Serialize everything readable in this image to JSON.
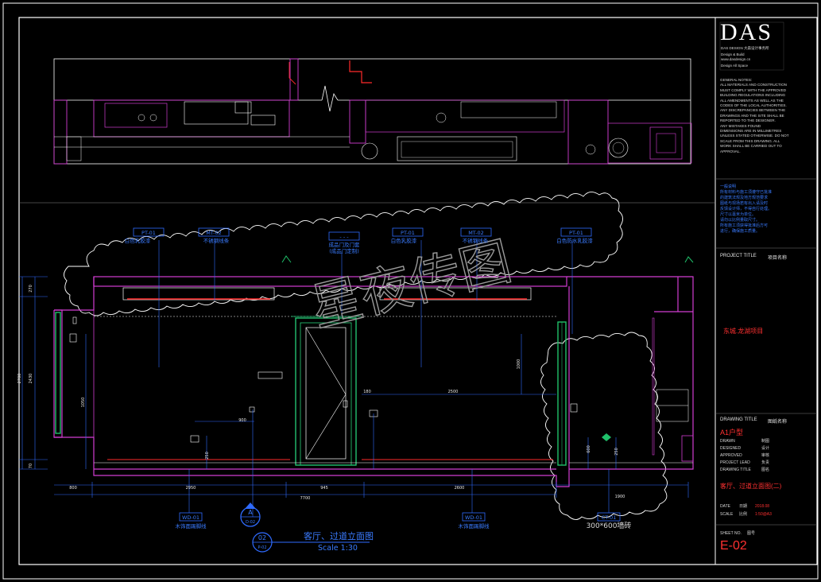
{
  "drawing": {
    "title": "客厅、过道立面图",
    "scale": "Scale 1:30",
    "callout_main": {
      "number": "02",
      "sheet": "P-02"
    },
    "callout_section": {
      "letter": "A",
      "sheet": "D-02"
    },
    "watermark": "星夜传图",
    "material_tags": [
      {
        "code": "PT-01",
        "text": "白色乳胶漆"
      },
      {
        "code": "MT-02",
        "text": "不锈钢线条"
      },
      {
        "code": "- - -",
        "text": "成品门及门套",
        "sub": "(成品门定制)"
      },
      {
        "code": "PT-01",
        "text": "白色乳胶漆"
      },
      {
        "code": "MT-02",
        "text": "不锈钢线条"
      },
      {
        "code": "PT-01",
        "text": "白色防水乳胶漆"
      }
    ],
    "bottom_tags": [
      {
        "code": "WD-01",
        "text": "木饰面踢脚线"
      },
      {
        "code": "WD-01",
        "text": "木饰面踢脚线"
      },
      {
        "code": "CT-01",
        "text": "300*600墙砖"
      }
    ],
    "dims": {
      "v_top": "270",
      "v_mid": "2430",
      "v_total": "2700",
      "v_bot": "70",
      "h_1": "800",
      "h_2": "2950",
      "h_3": "945",
      "h_4": "2600",
      "h_total": "7700",
      "h_right": "1900",
      "d_2500": "2500",
      "d_180": "180",
      "d_900": "900",
      "d_600": "600",
      "d_250a": "250",
      "d_250b": "250",
      "d_1050": "1050",
      "d_1000": "1000"
    }
  },
  "title_block": {
    "logo": "DAS",
    "logo_sub": "DAS DESIGN 大森设计事务所",
    "logo_line1": "Design & Build",
    "logo_line2": "www.dasdesign.cn",
    "logo_line3": "Design All Space",
    "notes_en": [
      "GENERAL NOTES:",
      "ALL MATERIALS AND CONSTRUCTION",
      "MUST COMPLY WITH THE APPROVED",
      "BUILDING REGULATIONS INCLUDING",
      "ALL AMENDMENTS AS WELL AS THE",
      "CODES OF THE LOCAL AUTHORITIES.",
      "ANY DISCREPANCIES BETWEEN THE",
      "DRAWINGS AND THE SITE SHALL BE",
      "REPORTED TO THE DESIGNER.",
      "ANY MISTAKES FOUND",
      "DIMENSIONS ARE IN MILLIMETRES",
      "UNLESS STATED OTHERWISE. DO NOT",
      "SCALE FROM THIS DRAWING. ALL",
      "WORK SHALL BE CARRIED OUT TO",
      "APPROVAL."
    ],
    "notes_cn": [
      "一般说明",
      "所有材料与施工须遵守已批准",
      "的建筑法规及地方规范要求",
      "图纸与现场若有出入请及时",
      "反馈设计师，不得自行处理。",
      "尺寸以毫米为单位。",
      "请勿以比例量取尺寸。",
      "所有施工须获得批准后方可",
      "进行，确保施工质量。"
    ],
    "project_title_label": "PROJECT TITLE",
    "project_title_cn": "项目名称",
    "project_name": "东城.龙湖项目",
    "drawing_title_label": "DRAWING TITLE",
    "drawing_title_cn": "图纸名称",
    "unit": "A1户型",
    "rows": [
      {
        "label": "DRAWN",
        "value": "制图"
      },
      {
        "label": "DESIGNED",
        "value": "设计"
      },
      {
        "label": "APPROVED",
        "value": "审核"
      },
      {
        "label": "PROJECT LEAD",
        "value": "负责"
      },
      {
        "label": "DRAWING TITLE",
        "value": "图名"
      }
    ],
    "sheet_name": "客厅、过道立面图(二)",
    "date_label": "DATE",
    "date_cn": "日期",
    "date_value": "2018.08",
    "scale_label": "SCALE",
    "scale_cn": "比例",
    "scale_value": "1:50@A3",
    "sheet_no_label": "SHEET NO.",
    "sheet_no_cn": "图号",
    "sheet_no": "E-02"
  },
  "colors": {
    "frame": "#ffffff",
    "wall": "#d13cd1",
    "dim": "#2f6bff",
    "tag": "#2f6bff",
    "cloud": "#ffffff",
    "door": "#27d27a",
    "accent_red": "#ff2a2a",
    "green": "#1fc06a"
  }
}
